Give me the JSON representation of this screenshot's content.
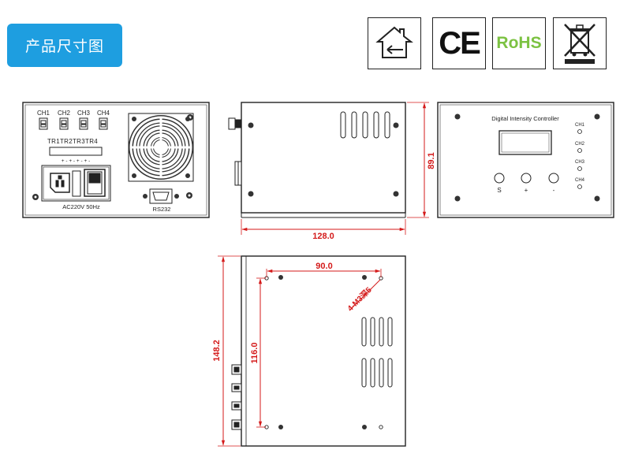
{
  "header": {
    "title": "产品尺寸图"
  },
  "certifications": [
    {
      "icon": "recycle-house-icon",
      "label": ""
    },
    {
      "icon": "ce-mark-icon",
      "label": "CE"
    },
    {
      "icon": "rohs-icon",
      "label": "RoHS"
    },
    {
      "icon": "weee-crossed-bin-icon",
      "label": ""
    }
  ],
  "rear_panel": {
    "channels": [
      "CH1",
      "CH2",
      "CH3",
      "CH4"
    ],
    "terminal_labels": "TR1TR2TR3TR4",
    "polarity": "+ - + - + - + -",
    "power_label": "AC220V  50Hz",
    "port_label": "RS232"
  },
  "front_panel": {
    "title": "Digital Intensity Controller",
    "channels": [
      "CH1",
      "CH2",
      "CH3",
      "CH4"
    ],
    "buttons": [
      "S",
      "+",
      "-"
    ]
  },
  "dimensions": {
    "side_width": "128.0",
    "side_height": "89.1",
    "top_hole_spacing": "90.0",
    "top_hole_vertical": "116.0",
    "top_depth": "148.2",
    "mount_holes": "4-M3深5"
  },
  "colors": {
    "accent": "#1e9ee0",
    "dimension": "#d41a1a",
    "line": "#222222",
    "rohs_green": "#7cc242"
  }
}
